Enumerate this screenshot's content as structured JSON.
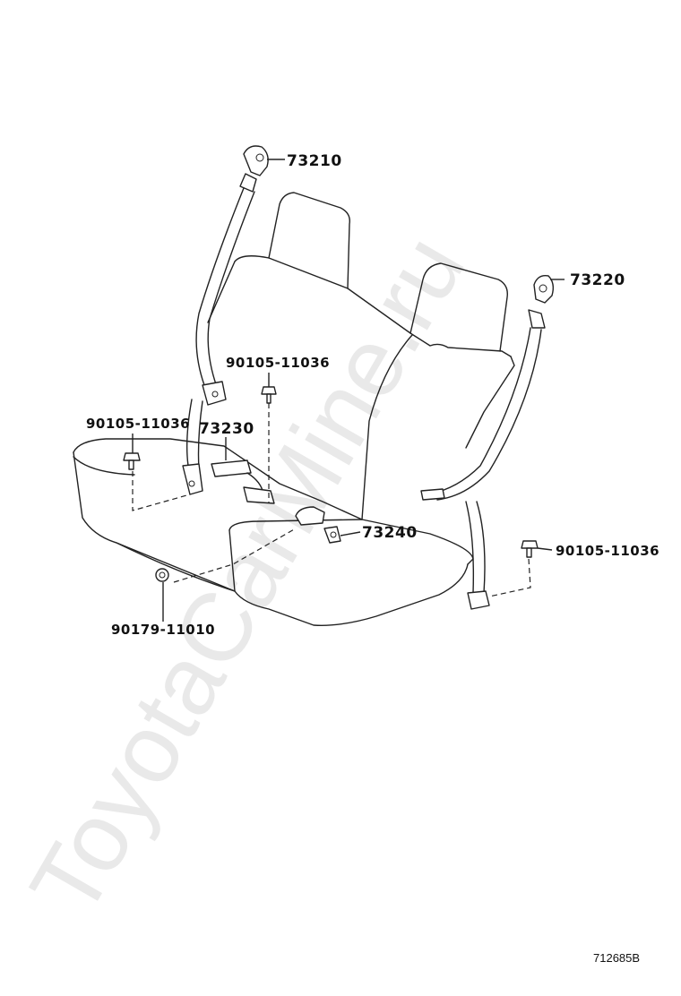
{
  "watermark": "ToyotaCarMine.ru",
  "reference_code": "712685B",
  "labels": {
    "belt_left": "73210",
    "belt_right": "73220",
    "buckle_center": "73230",
    "buckle_right": "73240",
    "bolt_top": "90105-11036",
    "bolt_left": "90105-11036",
    "bolt_right": "90105-11036",
    "grommet": "90179-11010"
  }
}
